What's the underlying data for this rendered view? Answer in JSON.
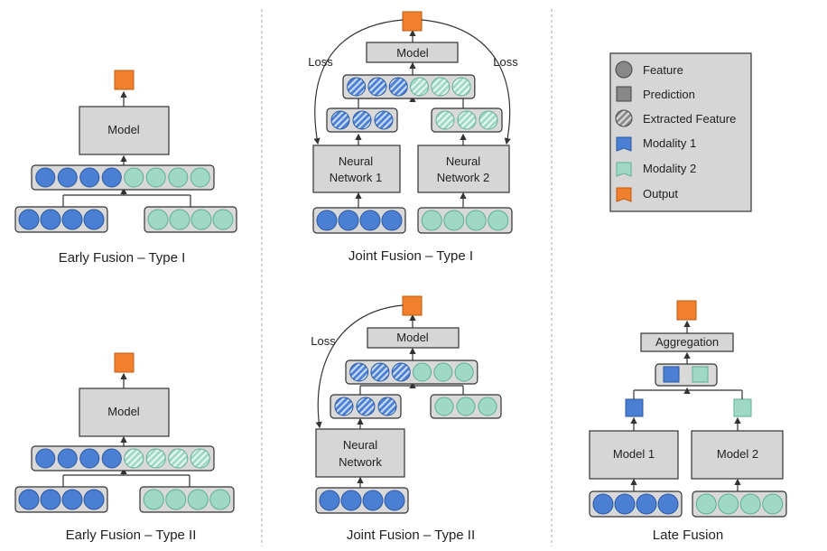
{
  "colors": {
    "modality1": "#4a7fd4",
    "modality1_stroke": "#2c5aa0",
    "modality2": "#9fd9c6",
    "modality2_stroke": "#5fae95",
    "output": "#f07f2e",
    "output_stroke": "#c15a10",
    "box_fill": "#d6d6d6",
    "box_stroke": "#333333",
    "feature_gray": "#888888"
  },
  "legend": {
    "items": [
      {
        "icon": "feature-circle-icon",
        "label": "Feature"
      },
      {
        "icon": "prediction-square-icon",
        "label": "Prediction"
      },
      {
        "icon": "extracted-feature-hatched-circle-icon",
        "label": "Extracted Feature"
      },
      {
        "icon": "modality-1-swatch-icon",
        "label": "Modality 1"
      },
      {
        "icon": "modality-2-swatch-icon",
        "label": "Modality 2"
      },
      {
        "icon": "output-swatch-icon",
        "label": "Output"
      }
    ]
  },
  "panels": {
    "early_fusion_1": {
      "caption": "Early Fusion – Type I",
      "model_label": "Model"
    },
    "early_fusion_2": {
      "caption": "Early Fusion – Type II",
      "model_label": "Model"
    },
    "joint_fusion_1": {
      "caption": "Joint Fusion – Type I",
      "model_label": "Model",
      "nn1_label": [
        "Neural",
        "Network 1"
      ],
      "nn2_label": [
        "Neural",
        "Network 2"
      ],
      "loss_left": "Loss",
      "loss_right": "Loss"
    },
    "joint_fusion_2": {
      "caption": "Joint Fusion – Type II",
      "model_label": "Model",
      "nn_label": [
        "Neural",
        "Network"
      ],
      "loss_left": "Loss"
    },
    "late_fusion": {
      "caption": "Late Fusion",
      "aggregation_label": "Aggregation",
      "model1_label": "Model 1",
      "model2_label": "Model 2"
    }
  }
}
